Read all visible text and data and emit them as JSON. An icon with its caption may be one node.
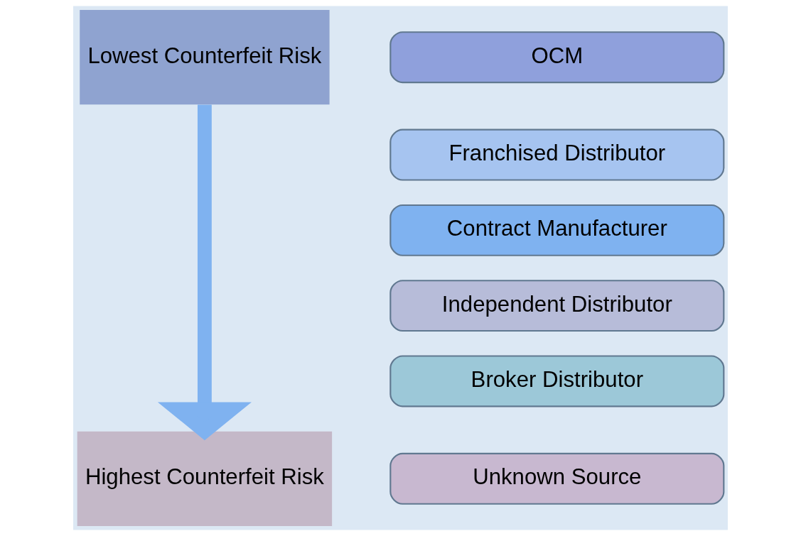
{
  "diagram": {
    "nodes": [
      {
        "text": [
          "Lowest Counterfeit Risk"
        ]
      },
      {
        "text": [
          "Highest Counterfeit Risk"
        ]
      },
      {
        "text": [
          "OCM"
        ]
      },
      {
        "text": [
          "Franchised Distributor"
        ]
      },
      {
        "text": [
          "Contract Manufacturer"
        ]
      },
      {
        "text": [
          "Independent Distributor"
        ]
      },
      {
        "text": [
          "Broker Distributor"
        ]
      },
      {
        "text": [
          "Unknown Source"
        ]
      }
    ],
    "edges": [
      {
        "from": 0,
        "to": 1,
        "arrow": "to"
      }
    ]
  }
}
